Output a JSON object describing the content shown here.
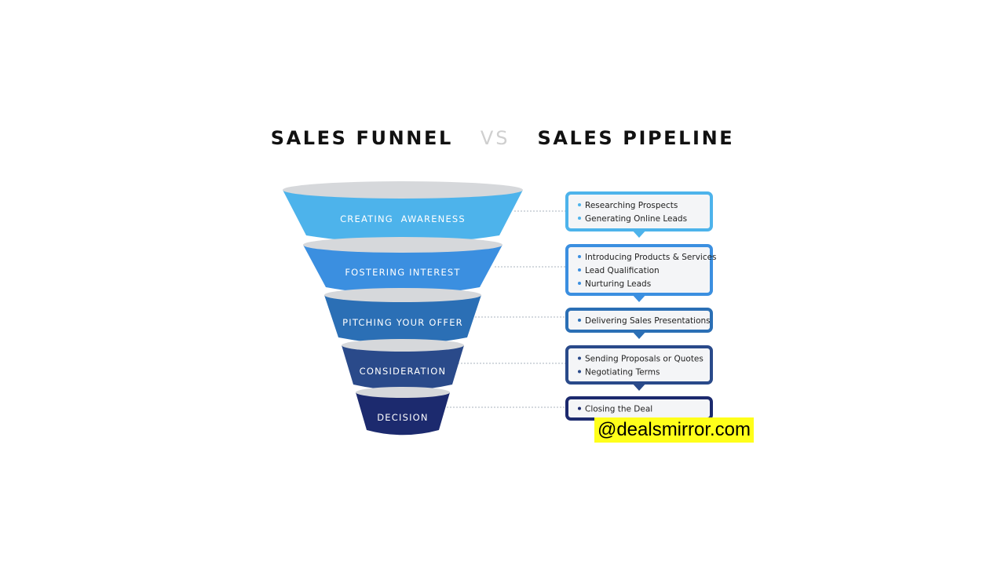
{
  "header": {
    "left": "SALES FUNNEL",
    "vs": "VS",
    "right": "SALES PIPELINE"
  },
  "colors": {
    "stage_1": "#4db3eb",
    "stage_2": "#3b8fe0",
    "stage_3": "#2b6fb5",
    "stage_4": "#2a4a8a",
    "stage_5": "#1c2a6e",
    "rim": "#d6d8db",
    "box_fill": "#f4f5f7"
  },
  "funnel": {
    "stages": [
      {
        "label": "CREATING  AWARENESS"
      },
      {
        "label": "FOSTERING INTEREST"
      },
      {
        "label": "PITCHING YOUR OFFER"
      },
      {
        "label": "CONSIDERATION"
      },
      {
        "label": "DECISION"
      }
    ]
  },
  "pipeline": {
    "boxes": [
      {
        "items": [
          "Researching Prospects",
          "Generating Online Leads"
        ]
      },
      {
        "items": [
          "Introducing Products & Services",
          "Lead Qualification",
          "Nurturing Leads"
        ]
      },
      {
        "items": [
          "Delivering Sales Presentations"
        ]
      },
      {
        "items": [
          "Sending Proposals or Quotes",
          "Negotiating Terms"
        ]
      },
      {
        "items": [
          "Closing the Deal"
        ]
      }
    ]
  },
  "watermark": "@dealsmirror.com"
}
